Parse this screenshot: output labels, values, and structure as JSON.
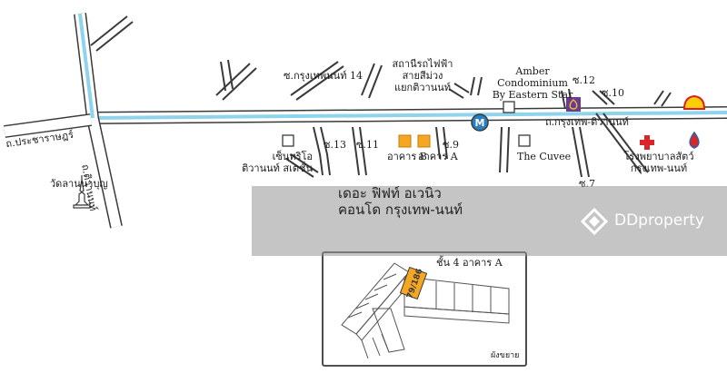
{
  "roads": {
    "prachaharat": "ถ.ประชาราษฎร์",
    "tiwanon": "ถ.ติวานนท์",
    "krungthep_tiwanon": "ถ.กรุงเทพ-ติวานนท์",
    "soi_krungthep_14": "ซ.กรุงเทพนนท์ 14",
    "soi_13": "ซ.13",
    "soi_11": "ซ.11",
    "soi_9": "ซ.9",
    "soi_12": "ซ.12",
    "soi_10": "ซ.10",
    "soi_7": "ซ.7"
  },
  "landmarks": {
    "temple": "วัดลานนาบุญ",
    "station": "สถานีรถไฟฟ้า\nสายสีม่วง\nแยกติวานนท์",
    "amber": "Amber\nCondominium\nBy Eastern Star",
    "centrio": "เซ็นทริโอ\nติวานนท์ สเตชั่น",
    "cuvee": "The Cuvee",
    "building_b": "อาคาร B",
    "building_a": "อาคาร A",
    "hospital": "โรงพยาบาลสัตว์\nกรุงเทพ-นนท์",
    "metro_symbol": "M"
  },
  "project": {
    "name_line1": "เดอะ ฟิฟท์ อเวนิว",
    "name_line2": "คอนโด กรุงเทพ-นนท์"
  },
  "floorplan": {
    "title": "ชั้น 4 อาคาร A",
    "unit": "79/186",
    "caption": "ผังขยาย"
  },
  "watermark": {
    "brand": "DDproperty"
  },
  "colors": {
    "main_road": "#8fd3ec",
    "road_outline": "#3a3a3a",
    "building": "#f5a623",
    "station": "#2a7fc1",
    "hospital": "#d9262b",
    "bank": "#6c3a8e"
  }
}
